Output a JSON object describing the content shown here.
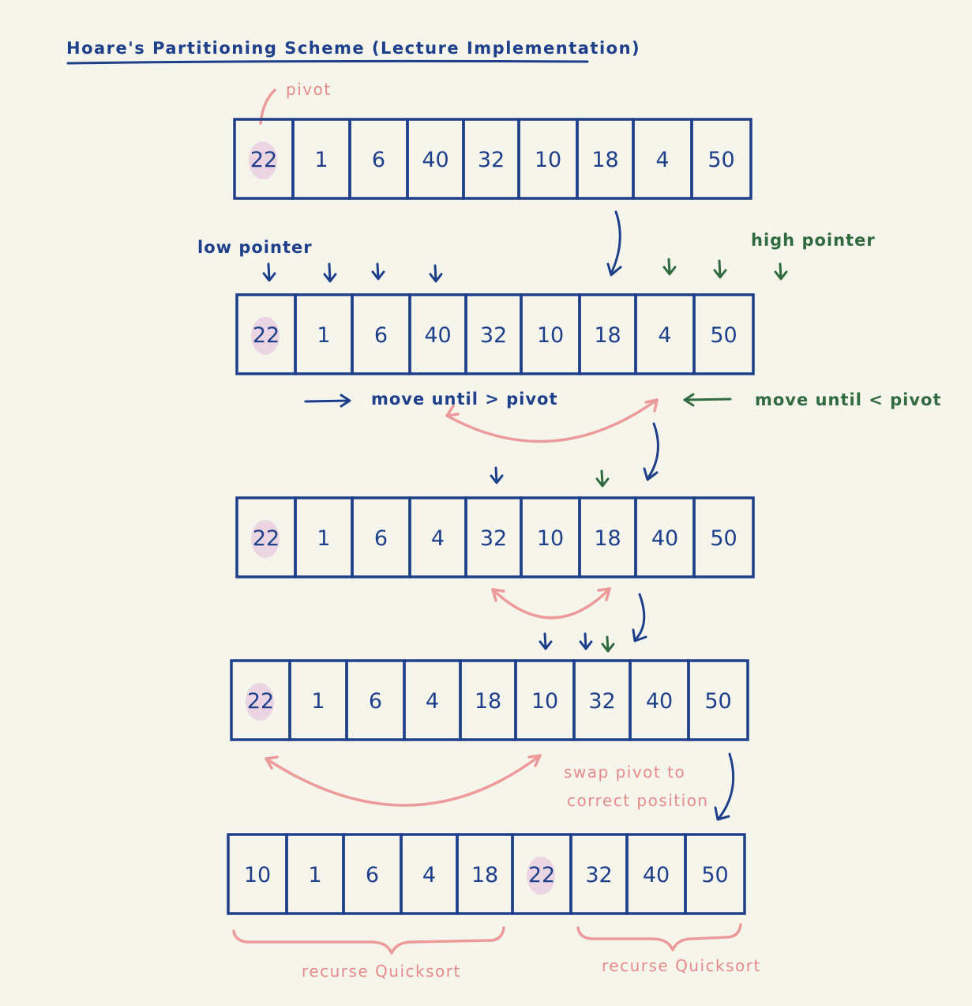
{
  "title": "Hoare's Partitioning Scheme (Lecture Implementation)",
  "labels": {
    "pivot": "pivot",
    "low_pointer": "low pointer",
    "high_pointer": "high pointer",
    "move_until_greater": "move until > pivot",
    "move_until_less": "move until < pivot",
    "swap_pivot_line1": "swap pivot to",
    "swap_pivot_line2": "correct position",
    "recurse_left": "recurse Quicksort",
    "recurse_right": "recurse Quicksort"
  },
  "arrays": [
    {
      "values": [
        "22",
        "1",
        "6",
        "40",
        "32",
        "10",
        "18",
        "4",
        "50"
      ],
      "pivot_index": 0
    },
    {
      "values": [
        "22",
        "1",
        "6",
        "40",
        "32",
        "10",
        "18",
        "4",
        "50"
      ],
      "pivot_index": 0
    },
    {
      "values": [
        "22",
        "1",
        "6",
        "4",
        "32",
        "10",
        "18",
        "40",
        "50"
      ],
      "pivot_index": 0
    },
    {
      "values": [
        "22",
        "1",
        "6",
        "4",
        "18",
        "10",
        "32",
        "40",
        "50"
      ],
      "pivot_index": 0
    },
    {
      "values": [
        "10",
        "1",
        "6",
        "4",
        "18",
        "22",
        "32",
        "40",
        "50"
      ],
      "pivot_index": 5
    }
  ],
  "colors": {
    "background": "#f6f5ec",
    "ink_blue": "#1e3f8a",
    "ink_green": "#2f6b3f",
    "ink_pink": "#ec9a9a",
    "pivot_highlight": "#ecd5e2"
  }
}
